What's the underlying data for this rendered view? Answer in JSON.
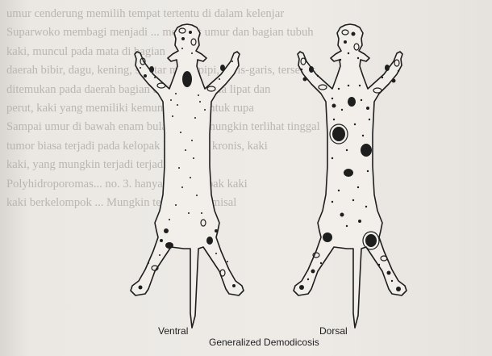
{
  "background_lines": [
    "umur cenderung memilih tempat tertentu di dalam kelenjar",
    "Suparwoko membagi menjadi ... menurut umur dan bagian tubuh",
    "kaki, muncul pada mata di bagian",
    "daerah bibir, dagu, kening, sekitar mata, pipi, garis-garis, tersebar",
    "ditemukan pada daerah bagian di depan kepala lipat dan",
    "perut, kaki yang memiliki kemungkinan bentuk rupa",
    "Sampai umur di bawah enam bulan no. 3) mungkin terlihat tinggal",
    "tumor biasa terjadi pada kelopak kaki yang kronis, kaki",
    "kaki, yang mungkin terjadi terjadinya",
    "Polyhidroporomas... no. 3. hanya dari kelopak kaki",
    "kaki berkelompok ... Mungkin tempat lain, misal"
  ],
  "captions": {
    "ventral": "Ventral",
    "dorsal": "Dorsal",
    "title": "Generalized Demodicosis"
  },
  "colors": {
    "ink": "#1e1e1e",
    "paper": "#eeebe7"
  }
}
